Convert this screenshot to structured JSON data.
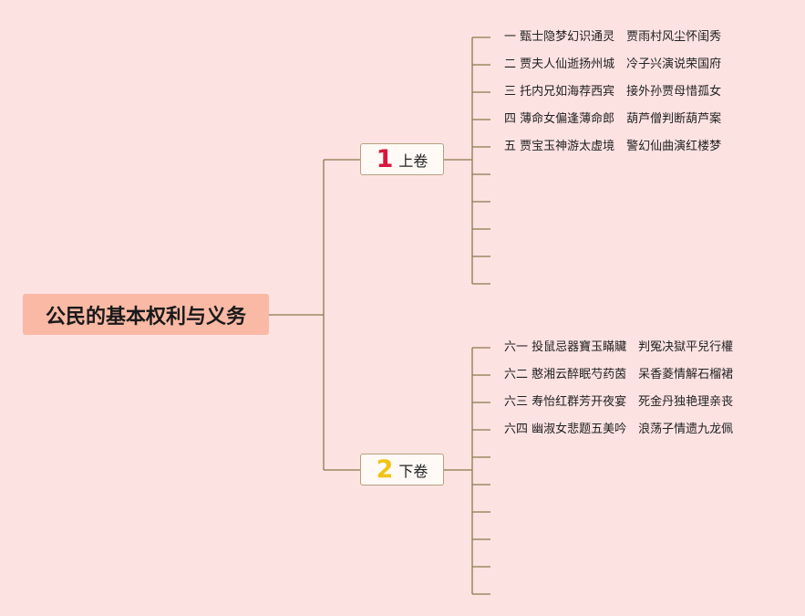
{
  "root": {
    "label": "公民的基本权利与义务"
  },
  "branches": [
    {
      "number": "1",
      "label": "上卷",
      "color": "#d9173c",
      "items": [
        "一 甄士隐梦幻识通灵　贾雨村风尘怀闺秀",
        "二 贾夫人仙逝扬州城　冷子兴演说荣国府",
        "三 托内兄如海荐西宾　接外孙贾母惜孤女",
        "四 薄命女偏逢薄命郎　葫芦僧判断葫芦案",
        "五 贾宝玉神游太虚境　警幻仙曲演红楼梦",
        "",
        "",
        "",
        "",
        ""
      ]
    },
    {
      "number": "2",
      "label": "下卷",
      "color": "#f2c316",
      "items": [
        "六一 投鼠忌器寶玉瞞贜　判冤决獄平兒行權",
        "六二 憨湘云醉眠芍药茵　呆香菱情解石榴裙",
        "六三 寿怡红群芳开夜宴　死金丹独艳理亲丧",
        "六四 幽淑女悲题五美吟　浪荡子情遗九龙佩",
        "",
        "",
        "",
        "",
        "",
        ""
      ]
    }
  ],
  "line_color": "#8a7a4a"
}
